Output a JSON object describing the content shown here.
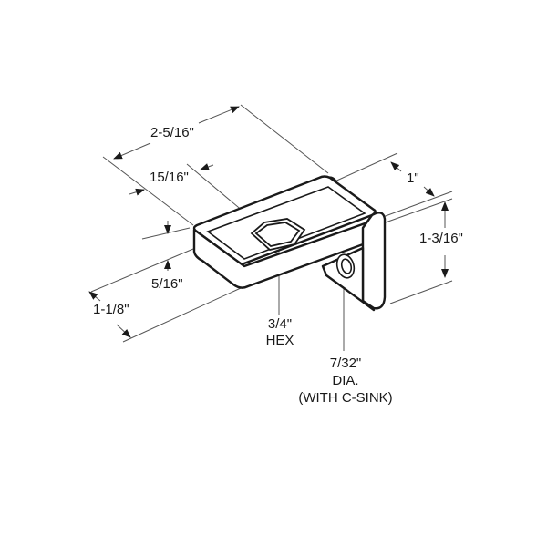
{
  "diagram": {
    "type": "isometric-technical-drawing",
    "subject": "L-shaped mounting bracket",
    "colors": {
      "line": "#1a1a1a",
      "dimension_line": "#555555",
      "background": "#ffffff"
    },
    "dimensions": {
      "overall_length": "2-5/16\"",
      "hex_offset": "15/16\"",
      "flange_thickness": "5/16\"",
      "width": "1-1/8\"",
      "upright_depth": "1\"",
      "upright_height": "1-3/16\"",
      "hex_size": "3/4\"",
      "hex_label": "HEX",
      "hole_dia": "7/32\"",
      "hole_dia_label": "DIA.",
      "hole_note": "(WITH C-SINK)"
    }
  }
}
